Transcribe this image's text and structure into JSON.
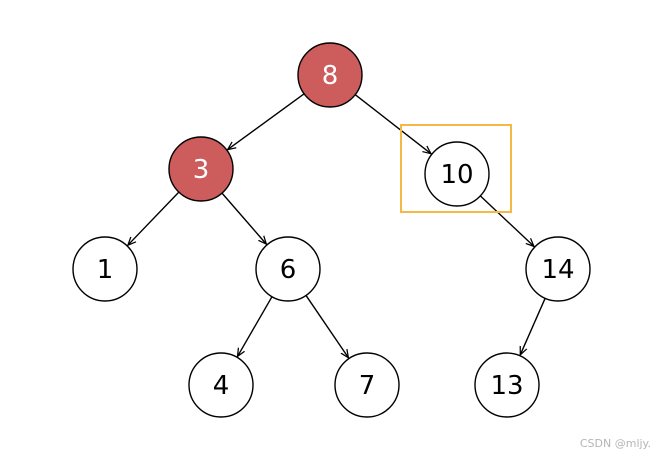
{
  "tree": {
    "nodes": [
      {
        "id": "n8",
        "label": "8",
        "highlighted": true
      },
      {
        "id": "n3",
        "label": "3",
        "highlighted": true
      },
      {
        "id": "n10",
        "label": "10",
        "highlighted": false,
        "boxed": true
      },
      {
        "id": "n1",
        "label": "1",
        "highlighted": false
      },
      {
        "id": "n6",
        "label": "6",
        "highlighted": false
      },
      {
        "id": "n14",
        "label": "14",
        "highlighted": false
      },
      {
        "id": "n4",
        "label": "4",
        "highlighted": false
      },
      {
        "id": "n7",
        "label": "7",
        "highlighted": false
      },
      {
        "id": "n13",
        "label": "13",
        "highlighted": false
      }
    ],
    "edges": [
      {
        "from": "n8",
        "to": "n3"
      },
      {
        "from": "n8",
        "to": "n10"
      },
      {
        "from": "n3",
        "to": "n1"
      },
      {
        "from": "n3",
        "to": "n6"
      },
      {
        "from": "n10",
        "to": "n14"
      },
      {
        "from": "n6",
        "to": "n4"
      },
      {
        "from": "n6",
        "to": "n7"
      },
      {
        "from": "n14",
        "to": "n13"
      }
    ]
  },
  "colors": {
    "highlight_fill": "#cd5c5c",
    "highlight_text": "#ffffff",
    "node_fill": "#ffffff",
    "node_stroke": "#000000",
    "node_text": "#000000",
    "edge": "#000000",
    "box": "#f4b844"
  },
  "watermark": "CSDN @mljy."
}
